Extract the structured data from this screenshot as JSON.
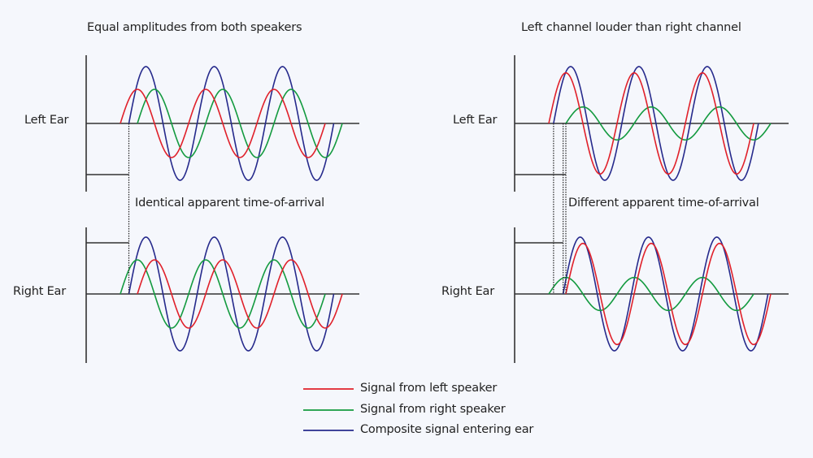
{
  "panels": [
    {
      "id": "equal",
      "title": "Equal amplitudes from both speakers",
      "annotation": "Identical apparent time-of-arrival",
      "ears": [
        {
          "label": "Left Ear",
          "signals": [
            {
              "series": "left",
              "amplitude": 0.6,
              "start_offset": 0.0
            },
            {
              "series": "right",
              "amplitude": 0.6,
              "start_offset": 0.25
            },
            {
              "series": "composite",
              "amplitude": 1.0,
              "start_offset": 0.125
            }
          ],
          "apparent_arrival": [
            0.125
          ]
        },
        {
          "label": "Right Ear",
          "signals": [
            {
              "series": "right",
              "amplitude": 0.6,
              "start_offset": 0.0
            },
            {
              "series": "left",
              "amplitude": 0.6,
              "start_offset": 0.25
            },
            {
              "series": "composite",
              "amplitude": 1.0,
              "start_offset": 0.125
            }
          ],
          "apparent_arrival": [
            0.125
          ]
        }
      ]
    },
    {
      "id": "left-louder",
      "title": "Left channel louder than right channel",
      "annotation": "Different apparent time-of-arrival",
      "ears": [
        {
          "label": "Left Ear",
          "signals": [
            {
              "series": "left",
              "amplitude": 0.89,
              "start_offset": 0.0
            },
            {
              "series": "right",
              "amplitude": 0.29,
              "start_offset": 0.25
            },
            {
              "series": "composite",
              "amplitude": 1.0,
              "start_offset": 0.07
            }
          ],
          "apparent_arrival": [
            0.07,
            0.25
          ]
        },
        {
          "label": "Right Ear",
          "signals": [
            {
              "series": "right",
              "amplitude": 0.29,
              "start_offset": 0.0
            },
            {
              "series": "left",
              "amplitude": 0.89,
              "start_offset": 0.25
            },
            {
              "series": "composite",
              "amplitude": 1.0,
              "start_offset": 0.21
            }
          ],
          "apparent_arrival": [
            0.07,
            0.21
          ]
        }
      ]
    }
  ],
  "cycles": 3,
  "legend": [
    {
      "series": "left",
      "label": "Signal from left speaker",
      "color": "#e0202a"
    },
    {
      "series": "right",
      "label": "Signal from right speaker",
      "color": "#139a3f"
    },
    {
      "series": "composite",
      "label": "Composite signal entering ear",
      "color": "#262a8c"
    }
  ],
  "colors": {
    "axis": "#333333",
    "background": "#f5f7fc"
  }
}
